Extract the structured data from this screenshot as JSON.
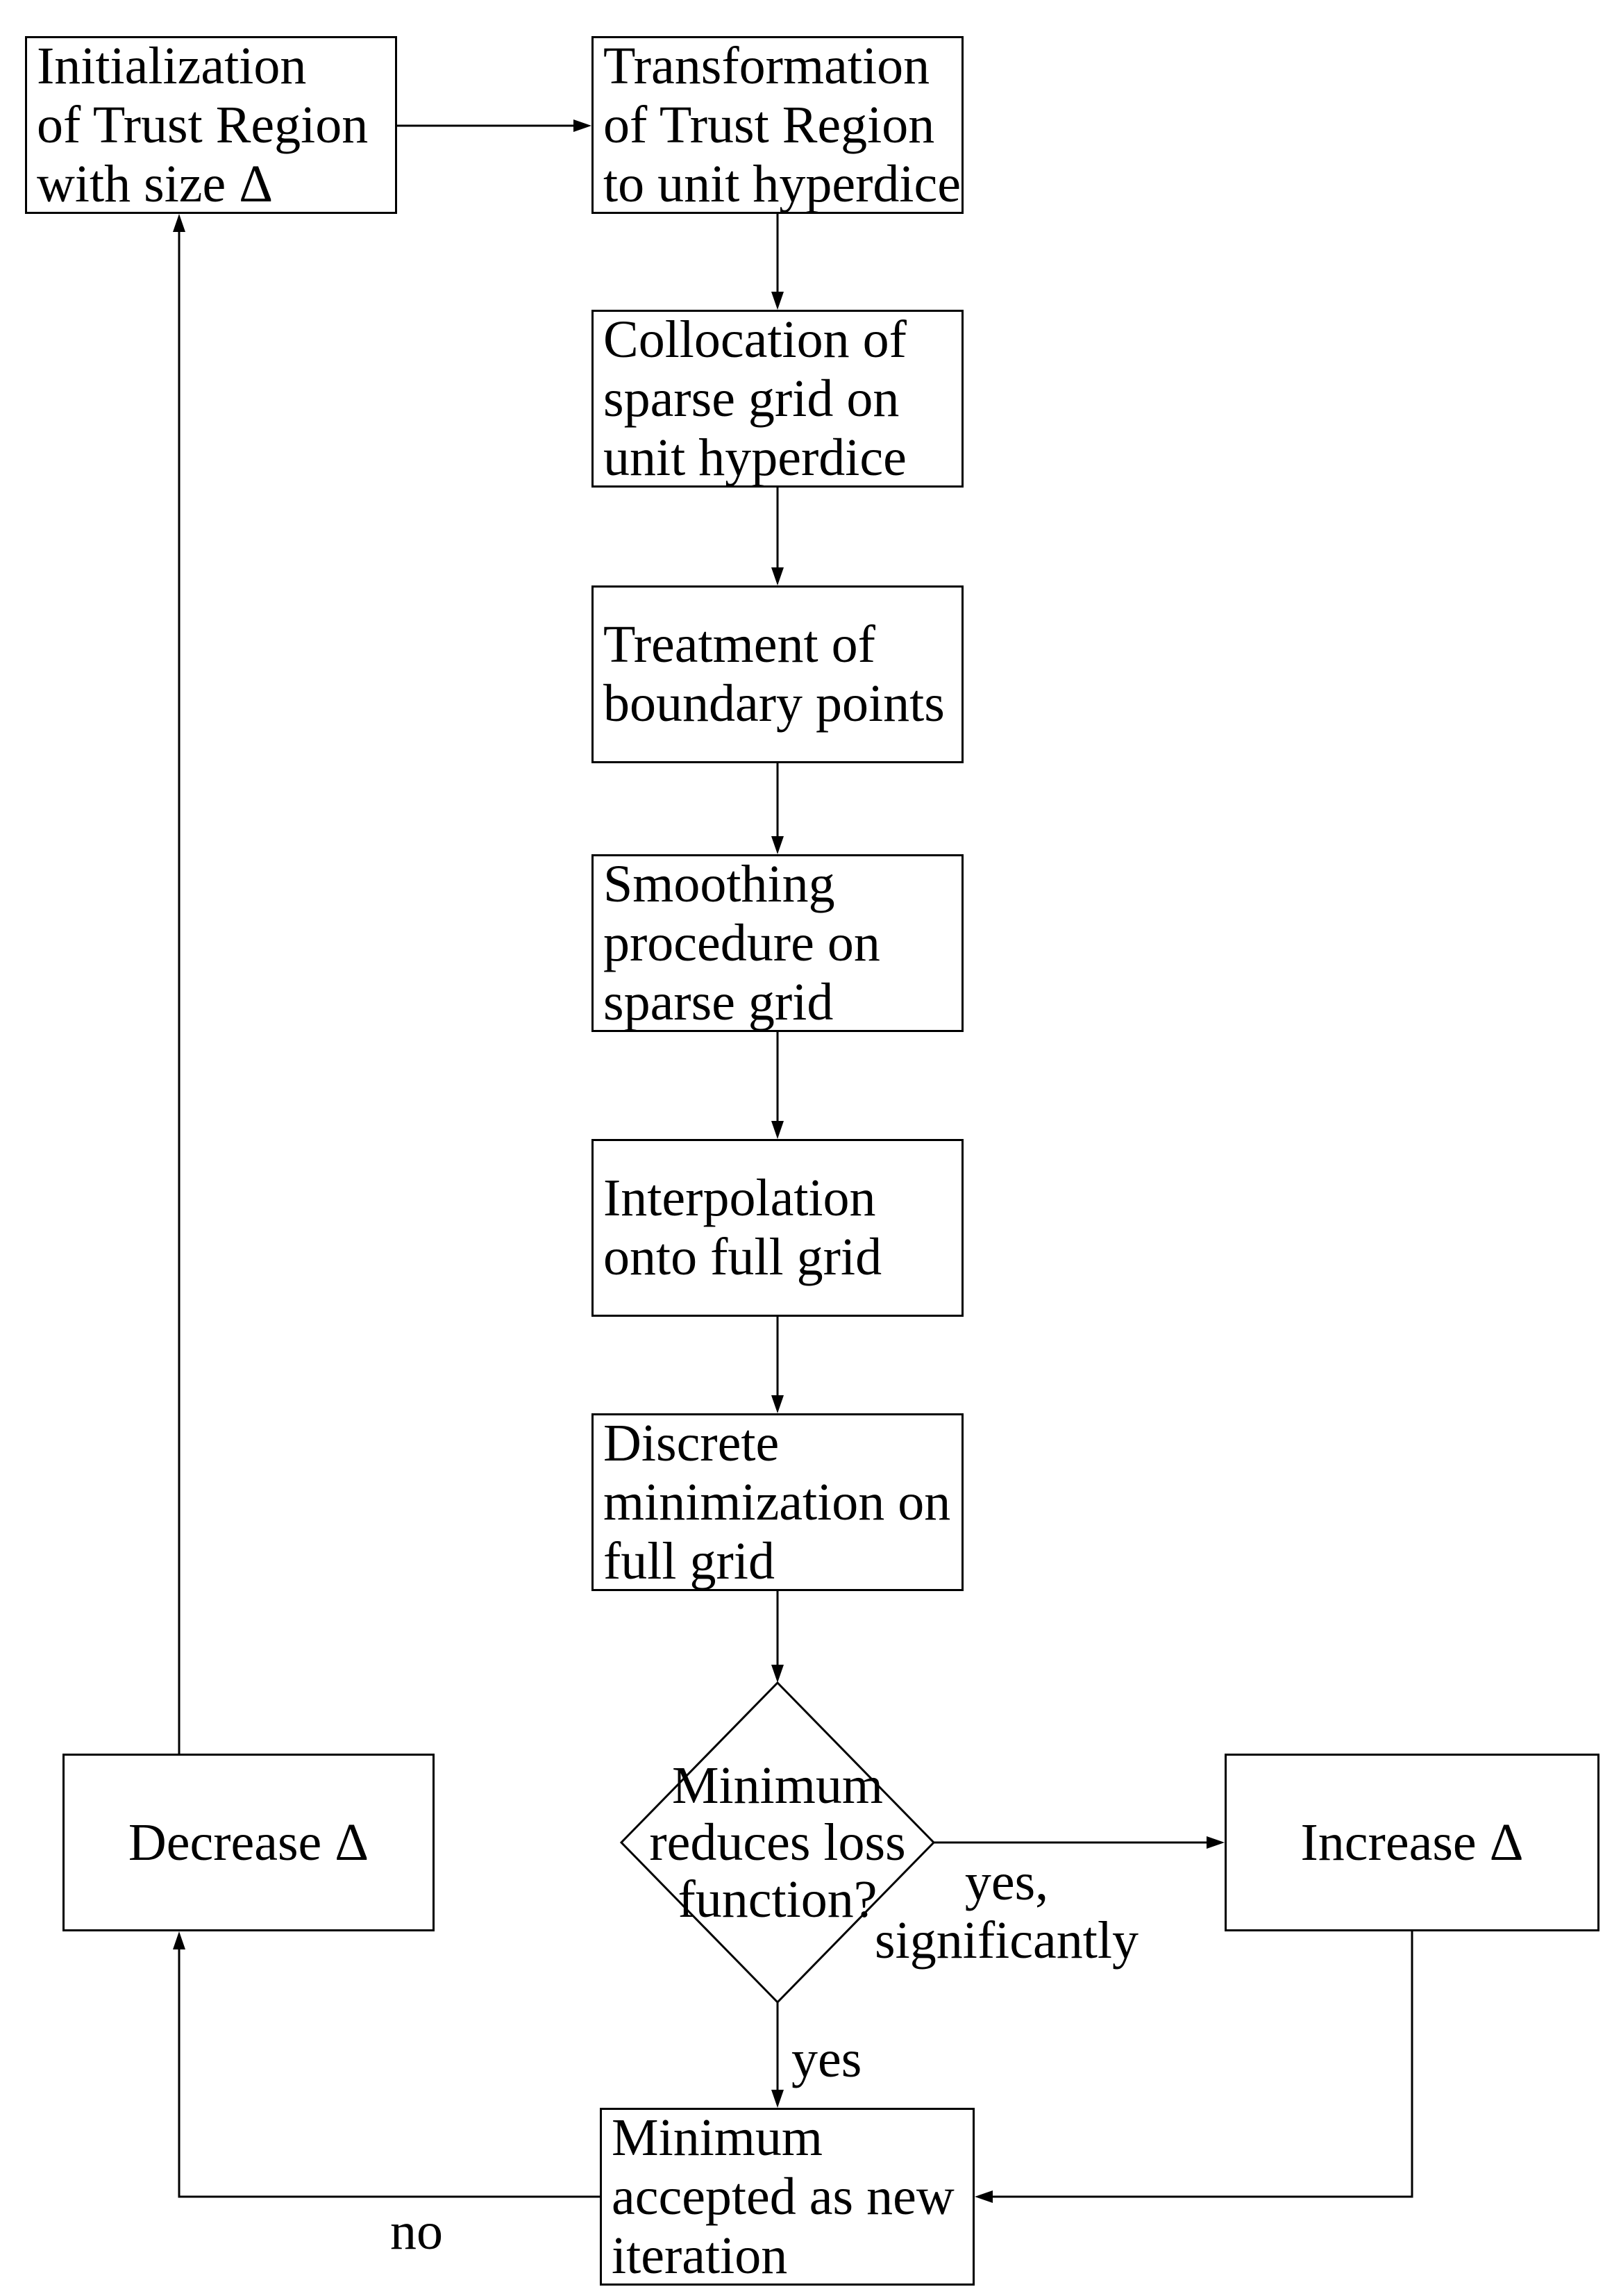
{
  "nodes": {
    "initialization": {
      "lines": [
        "Initialization",
        "of Trust Region",
        "with size Δ"
      ]
    },
    "transformation": {
      "lines": [
        "Transformation",
        "of Trust Region",
        "to unit hyperdice"
      ]
    },
    "collocation": {
      "lines": [
        "Collocation of",
        "sparse grid on",
        "unit hyperdice"
      ]
    },
    "treatment": {
      "lines": [
        "Treatment of",
        "boundary points"
      ]
    },
    "smoothing": {
      "lines": [
        "Smoothing",
        "procedure on",
        "sparse grid"
      ]
    },
    "interpolation": {
      "lines": [
        "Interpolation",
        "onto full grid"
      ]
    },
    "discrete_minimization": {
      "lines": [
        "Discrete",
        "minimization on",
        "full grid"
      ]
    },
    "decision": {
      "lines": [
        "Minimum",
        "reduces loss",
        "function?"
      ]
    },
    "increase": {
      "lines": [
        "Increase Δ"
      ]
    },
    "decrease": {
      "lines": [
        "Decrease Δ"
      ]
    },
    "accepted": {
      "lines": [
        "Minimum",
        "accepted as new",
        "iteration"
      ]
    }
  },
  "edge_labels": {
    "yes": "yes",
    "yes_significantly": [
      "yes,",
      "significantly"
    ],
    "no": "no"
  },
  "colors": {
    "line": "#000000",
    "text": "#000000",
    "background": "#ffffff"
  }
}
